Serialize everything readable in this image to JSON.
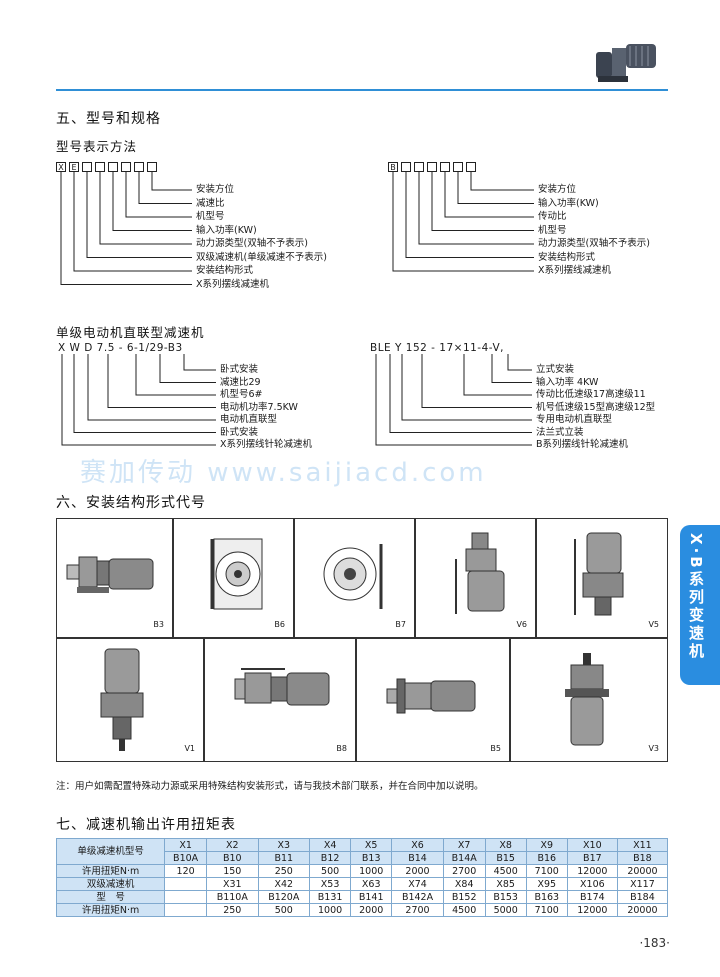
{
  "section5": {
    "title": "五、型号和规格",
    "subtitle": "型号表示方法",
    "left_boxes": [
      "X",
      "E",
      "",
      "",
      "",
      "",
      "",
      ""
    ],
    "left_labels": [
      "安装方位",
      "减速比",
      "机型号",
      "输入功率(KW)",
      "动力源类型(双轴不予表示)",
      "双级减速机(单级减速不予表示)",
      "安装结构形式",
      "X系列摆线减速机"
    ],
    "right_boxes": [
      "B",
      "",
      "",
      "",
      "",
      "",
      ""
    ],
    "right_labels": [
      "安装方位",
      "输入功率(KW)",
      "传动比",
      "机型号",
      "动力源类型(双轴不予表示)",
      "安装结构形式",
      "X系列摆线减速机"
    ]
  },
  "single": {
    "title": "单级电动机直联型减速机",
    "left_code": "X W D 7.5 - 6-1/29-B3",
    "left_labels": [
      "卧式安装",
      "减速比29",
      "机型号6#",
      "电动机功率7.5KW",
      "电动机直联型",
      "卧式安装",
      "X系列摆线针轮减速机"
    ],
    "right_code": "BLE Y 152 - 17×11-4-V,",
    "right_labels": [
      "立式安装",
      "输入功率 4KW",
      "传动比低速级17高速级11",
      "机号低速级15型高速级12型",
      "专用电动机直联型",
      "法兰式立装",
      "B系列摆线针轮减速机"
    ]
  },
  "watermark": "赛加传动  www.saijiacd.com",
  "section6": {
    "title": "六、安装结构形式代号",
    "row1": [
      "B3",
      "B6",
      "B7",
      "V6",
      "V5"
    ],
    "row2": [
      "V1",
      "B8",
      "B5",
      "V3"
    ]
  },
  "note": "注：用户如需配置特殊动力源或采用特殊结构安装形式，请与我技术部门联系，并在合同中加以说明。",
  "section7": {
    "title": "七、减速机输出许用扭矩表",
    "row_a": [
      "单级减速机型号",
      "X1",
      "X2",
      "X3",
      "X4",
      "X5",
      "X6",
      "X7",
      "X8",
      "X9",
      "X10",
      "X11"
    ],
    "row_b": [
      "B10A",
      "B10",
      "B11",
      "B12",
      "B13",
      "B14",
      "B14A",
      "B15",
      "B16",
      "B17",
      "B18"
    ],
    "row_c": [
      "许用扭矩N·m",
      "120",
      "150",
      "250",
      "500",
      "1000",
      "2000",
      "2700",
      "4500",
      "7100",
      "12000",
      "20000"
    ],
    "row_d": [
      "双级减速机",
      "",
      "X31",
      "X42",
      "X53",
      "X63",
      "X74",
      "X84",
      "X85",
      "X95",
      "X106",
      "X117"
    ],
    "row_e": [
      "型　号",
      "",
      "B110A",
      "B120A",
      "B131",
      "B141",
      "B142A",
      "B152",
      "B153",
      "B163",
      "B174",
      "B184"
    ],
    "row_f": [
      "许用扭矩N·m",
      "",
      "250",
      "500",
      "1000",
      "2000",
      "2700",
      "4500",
      "5000",
      "7100",
      "12000",
      "20000"
    ]
  },
  "side_tab": "X·B系列变速机",
  "page_number": "·183·",
  "colors": {
    "accent": "#2a8de0",
    "header_line": "#2f8fd6",
    "table_header": "#cfe3f5"
  }
}
